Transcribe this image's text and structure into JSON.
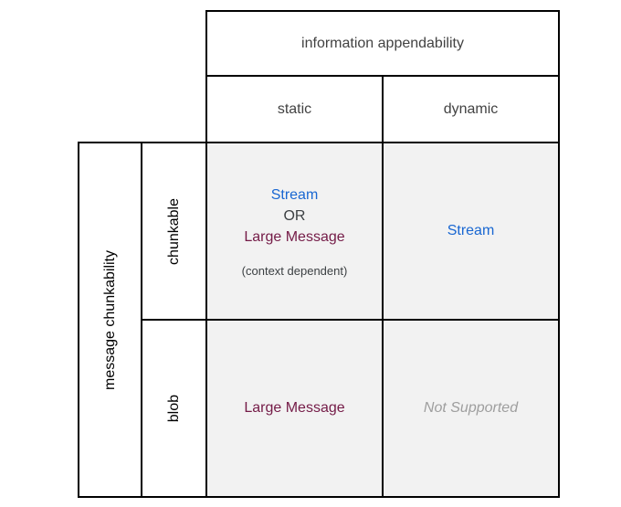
{
  "matrix": {
    "col_axis_title": "information appendability",
    "col_labels": [
      "static",
      "dynamic"
    ],
    "row_axis_title": "message chunkability",
    "row_labels": [
      "chunkable",
      "blob"
    ],
    "cells": {
      "chunkable_static": {
        "option1": "Stream",
        "conjunction": "OR",
        "option2": "Large Message",
        "note": "(context dependent)"
      },
      "chunkable_dynamic": {
        "value": "Stream"
      },
      "blob_static": {
        "value": "Large Message"
      },
      "blob_dynamic": {
        "value": "Not Supported"
      }
    },
    "colors": {
      "stream": "#1967d2",
      "large_message": "#741b47",
      "conjunction_text": "#3c4043",
      "note_text": "#3c4043",
      "not_supported": "#9e9e9e",
      "header_text": "#424242",
      "row_label_text": "#000000",
      "cell_bg": "#f2f2f2",
      "border": "#000000"
    }
  }
}
